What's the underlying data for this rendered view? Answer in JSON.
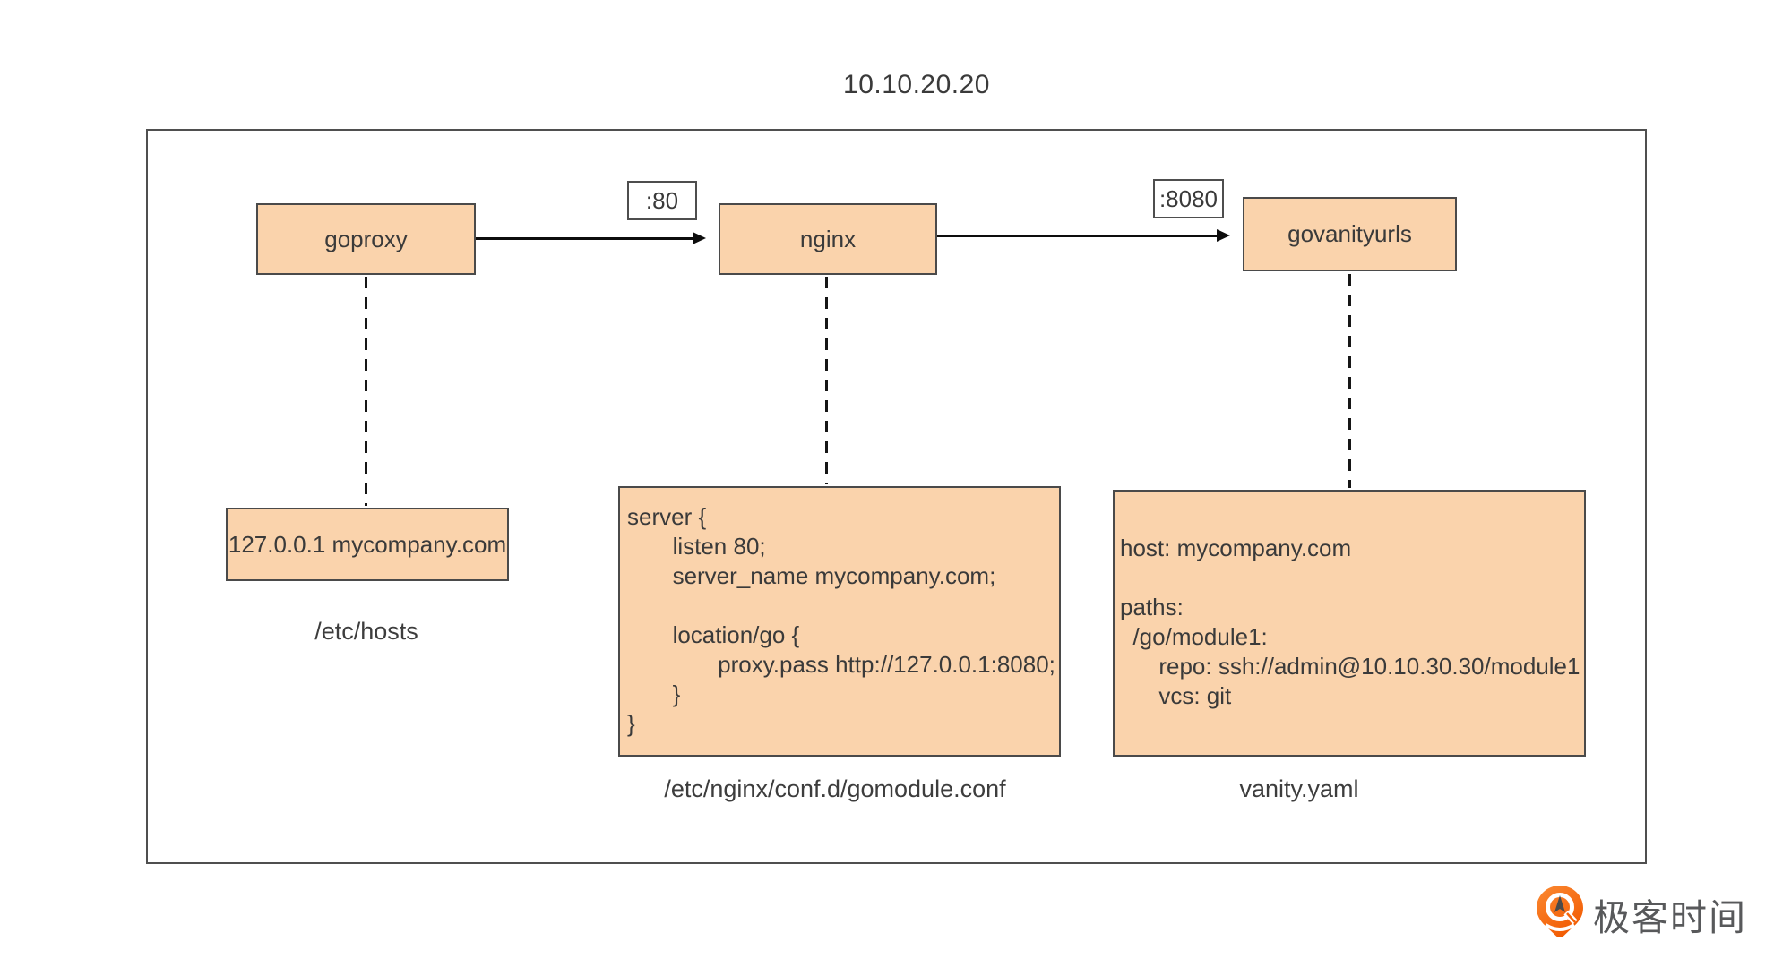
{
  "title": "10.10.20.20",
  "nodes": [
    {
      "label": "goproxy"
    },
    {
      "label": "nginx"
    },
    {
      "label": "govanityurls"
    }
  ],
  "ports": [
    {
      "label": ":80"
    },
    {
      "label": ":8080"
    }
  ],
  "configs": {
    "hosts": {
      "content": "127.0.0.1 mycompany.com",
      "caption": "/etc/hosts"
    },
    "nginx_conf": {
      "lines": [
        "server {",
        "       listen 80;",
        "       server_name mycompany.com;",
        "",
        "       location/go {",
        "              proxy.pass http://127.0.0.1:8080;",
        "       }",
        "}"
      ],
      "caption": "/etc/nginx/conf.d/gomodule.conf"
    },
    "vanity": {
      "lines": [
        "host: mycompany.com",
        "",
        "paths:",
        "  /go/module1:",
        "      repo: ssh://admin@10.10.30.30/module1",
        "      vcs: git"
      ],
      "caption": "vanity.yaml"
    }
  },
  "logo": {
    "text": "极客时间"
  },
  "colors": {
    "node_fill": "#FAD3AC",
    "node_border": "#4A4A4A",
    "frame_border": "#4F4F4F",
    "line_black": "#0D0D0D",
    "logo_orange": "#F4650A",
    "logo_orange_light": "#FB8A33",
    "logo_text_gray": "#58595B"
  }
}
